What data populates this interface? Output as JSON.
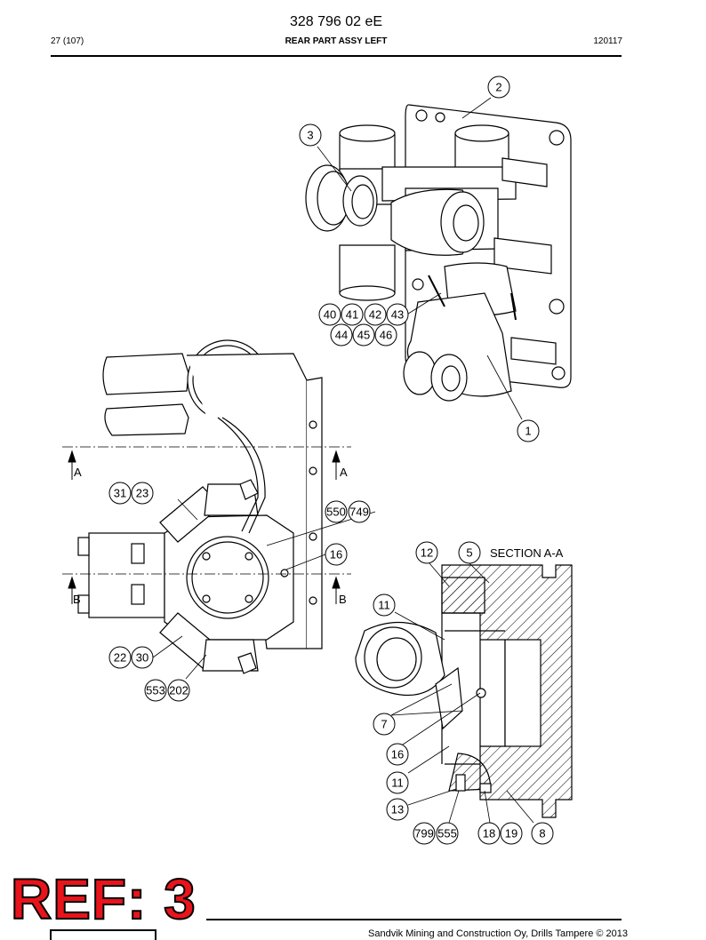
{
  "header": {
    "doc_number": "328 796 02 eE",
    "page": "27 (107)",
    "title": "REAR PART ASSY LEFT",
    "date_code": "120117"
  },
  "callouts": {
    "c2": "2",
    "c3": "3",
    "c1": "1",
    "c40": "40",
    "c41": "41",
    "c42": "42",
    "c43": "43",
    "c44": "44",
    "c45": "45",
    "c46": "46",
    "c31": "31",
    "c23": "23",
    "c550": "550",
    "c749": "749",
    "c16a": "16",
    "c22": "22",
    "c30": "30",
    "c553": "553",
    "c202": "202",
    "c12": "12",
    "c5": "5",
    "c11a": "11",
    "c7": "7",
    "c16b": "16",
    "c11b": "11",
    "c13": "13",
    "c799": "799",
    "c555": "555",
    "c18": "18",
    "c19": "19",
    "c8": "8"
  },
  "section_labels": {
    "a_left": "A",
    "a_right": "A",
    "b_left": "B",
    "b_right": "B",
    "section_title": "SECTION A-A"
  },
  "footer": {
    "ref": "REF: 3",
    "copyright": "Sandvik Mining and Construction Oy, Drills Tampere © 2013"
  }
}
